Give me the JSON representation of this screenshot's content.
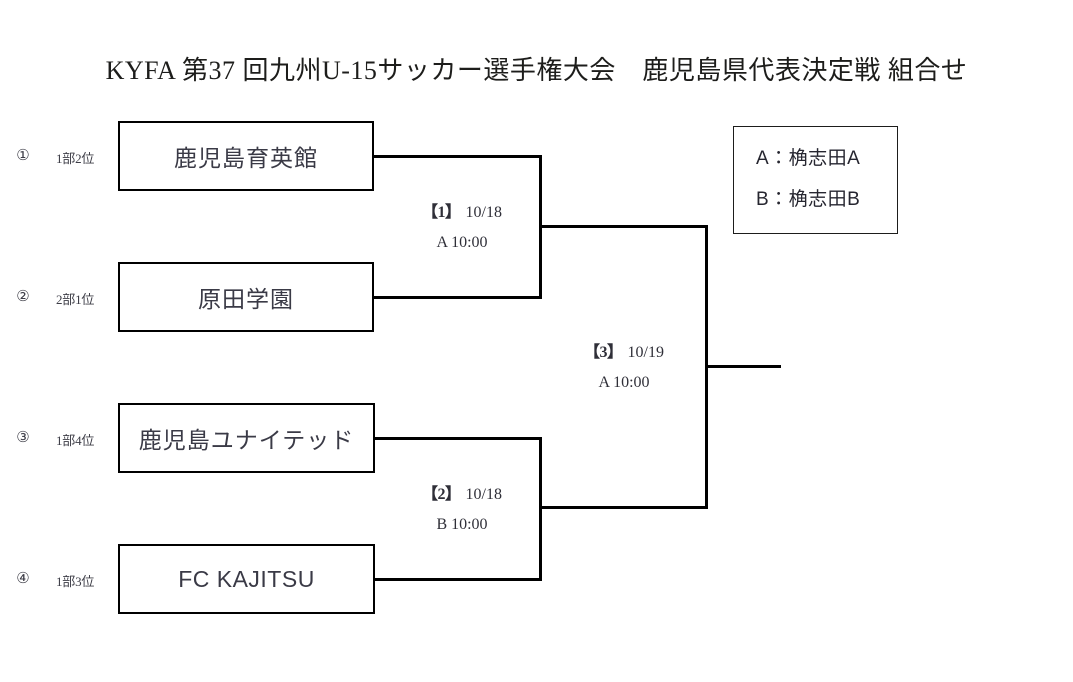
{
  "title": "KYFA 第37 回九州U-15サッカー選手権大会　鹿児島県代表決定戦 組合せ",
  "bracket": {
    "seeds": [
      {
        "number": "①",
        "rank": "1部2位",
        "team": "鹿児島育英館",
        "script": "jp"
      },
      {
        "number": "②",
        "rank": "2部1位",
        "team": "原田学園",
        "script": "jp"
      },
      {
        "number": "③",
        "rank": "1部4位",
        "team": "鹿児島ユナイテッド",
        "script": "jp"
      },
      {
        "number": "④",
        "rank": "1部3位",
        "team": "FC KAJITSU",
        "script": "latin"
      }
    ],
    "matches": [
      {
        "tag": "【1】",
        "date": "10/18",
        "venue_time": "A 10:00"
      },
      {
        "tag": "【2】",
        "date": "10/18",
        "venue_time": "B 10:00"
      },
      {
        "tag": "【3】",
        "date": "10/19",
        "venue_time": "A 10:00"
      }
    ]
  },
  "legend": {
    "rows": [
      "A：桷志田A",
      "B：桷志田B"
    ]
  },
  "colors": {
    "line": "#000000",
    "text": "#3a3a46",
    "title": "#1d1d1b",
    "background": "#ffffff"
  }
}
